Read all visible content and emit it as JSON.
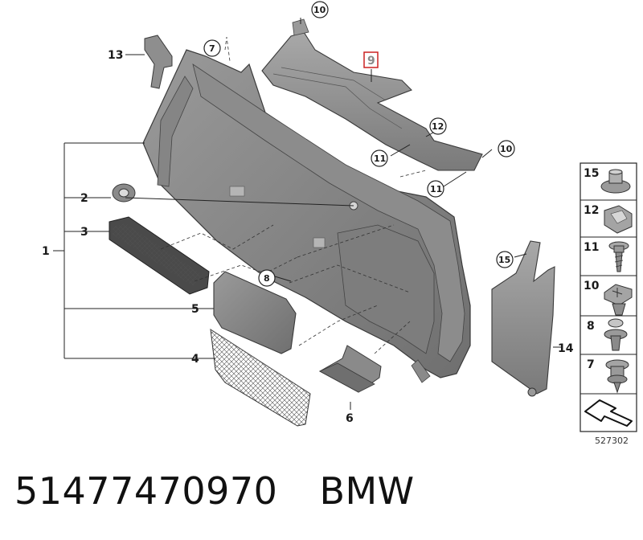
{
  "diagram": {
    "callouts": {
      "c1": "1",
      "c2": "2",
      "c3": "3",
      "c4": "4",
      "c5": "5",
      "c6": "6",
      "c7": "7",
      "c8": "8",
      "c9": "9",
      "c10a": "10",
      "c10b": "10",
      "c11a": "11",
      "c11b": "11",
      "c12": "12",
      "c13": "13",
      "c14": "14",
      "c15": "15"
    },
    "legend": [
      {
        "number": "15",
        "icon": "clip-nut-icon"
      },
      {
        "number": "12",
        "icon": "spring-clip-icon"
      },
      {
        "number": "11",
        "icon": "screw-icon"
      },
      {
        "number": "10",
        "icon": "expanding-rivet-icon"
      },
      {
        "number": "8",
        "icon": "push-rivet-icon"
      },
      {
        "number": "7",
        "icon": "mushroom-rivet-icon"
      },
      {
        "number": "",
        "icon": "direction-arrow-icon"
      }
    ],
    "reference_number": "527302",
    "highlight_color": "#cc2222"
  },
  "caption": {
    "part_number": "51477470970",
    "brand": "BMW"
  }
}
